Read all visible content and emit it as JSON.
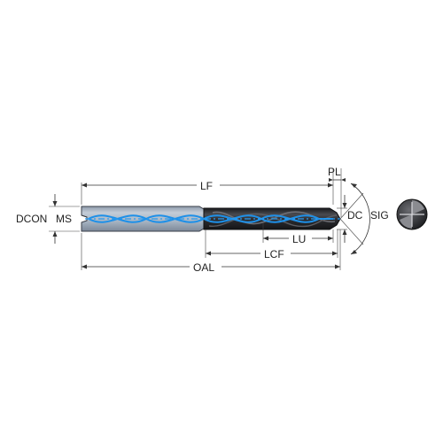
{
  "labels": {
    "lf": "LF",
    "pl": "PL",
    "dcon": "DCON",
    "ms": "MS",
    "dc": "DC",
    "sig": "SIG",
    "lu": "LU",
    "lcf": "LCF",
    "oal": "OAL"
  },
  "icons": {
    "end_view": "drill-end-view-icon"
  },
  "colors": {
    "shank": "#a7b4c3",
    "body": "#2b2c30",
    "coolant": "#1e90e8",
    "dimension_line": "#333333"
  }
}
